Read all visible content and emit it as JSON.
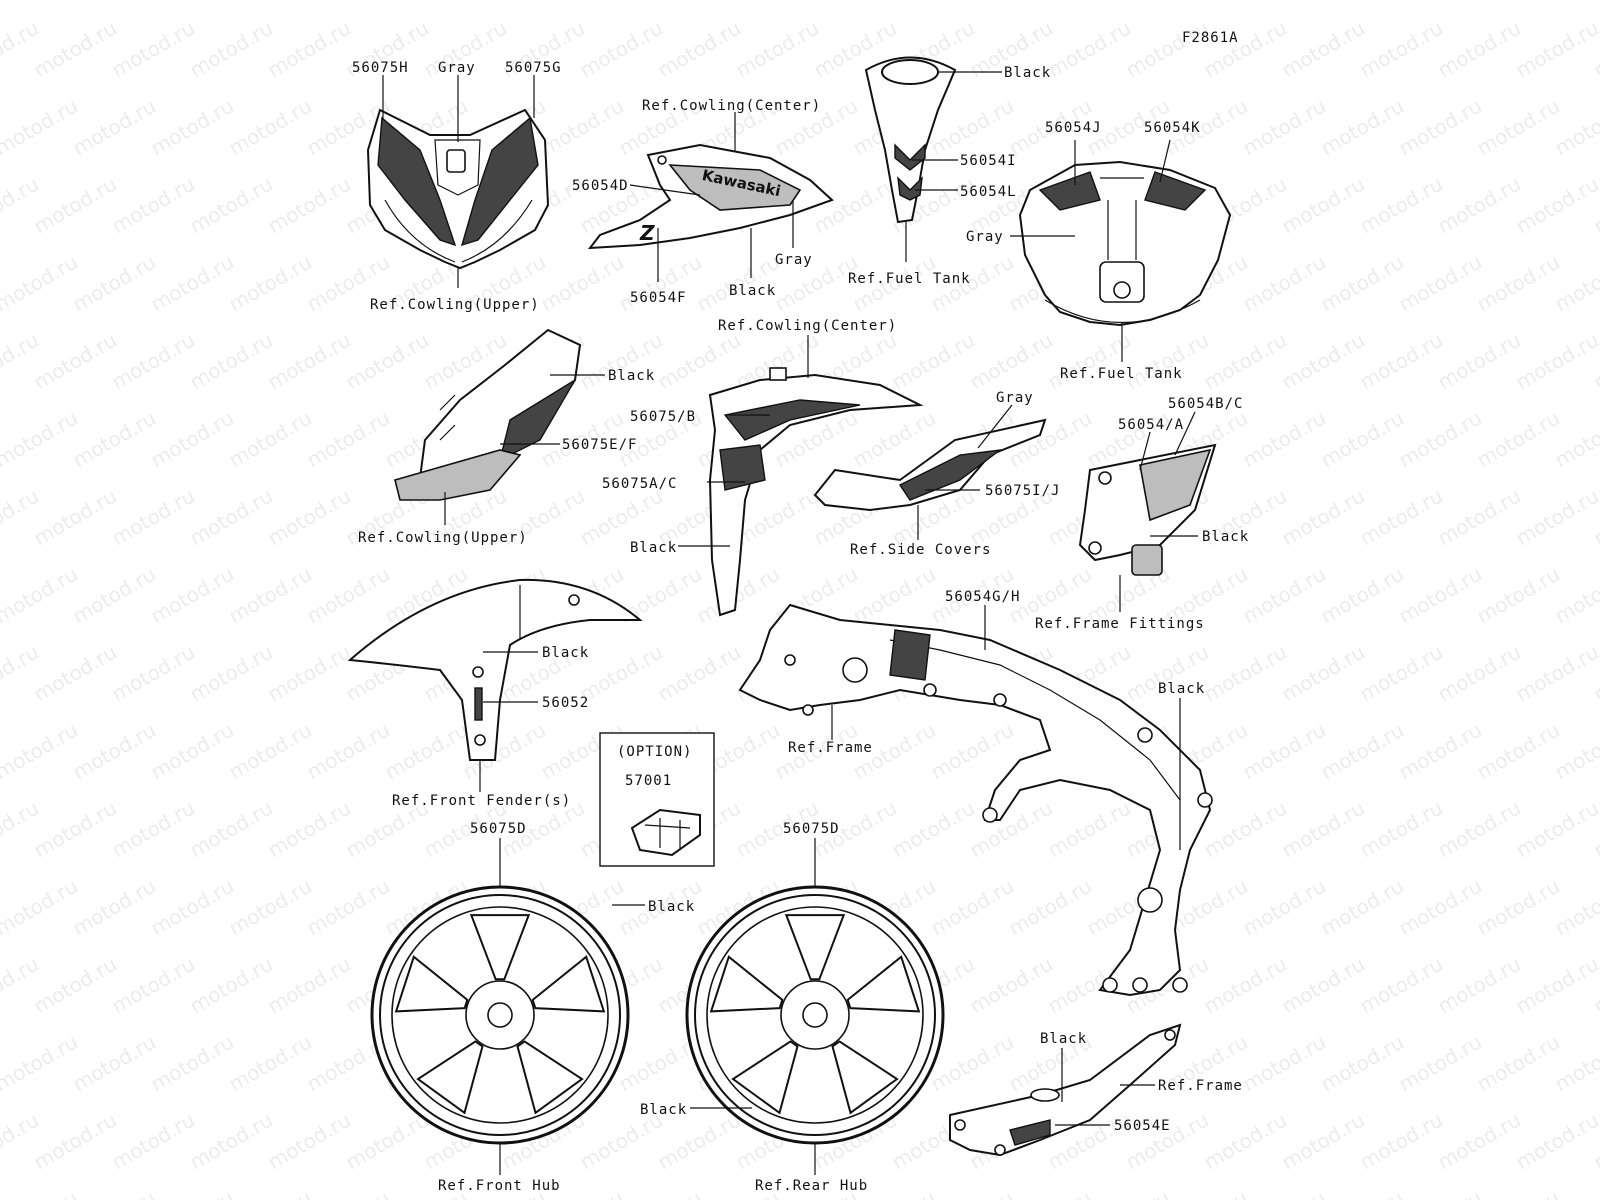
{
  "figure_code": "F2861A",
  "watermark": "motod.ru",
  "labels": {
    "l01": "56075H",
    "l02": "Gray",
    "l03": "56075G",
    "l04": "Ref.Cowling(Upper)",
    "l05": "Ref.Cowling(Center)",
    "l06": "56054D",
    "l07": "Gray",
    "l08": "Black",
    "l09": "56054F",
    "l10": "Black",
    "l11": "56054I",
    "l12": "56054L",
    "l13": "Ref.Fuel Tank",
    "l14": "56054J",
    "l15": "56054K",
    "l16": "Gray",
    "l17": "Ref.Fuel Tank",
    "l18": "Black",
    "l19": "56075E/F",
    "l20": "Ref.Cowling(Upper)",
    "l21": "Ref.Cowling(Center)",
    "l22": "56075/B",
    "l23": "56075A/C",
    "l24": "Black",
    "l25": "Gray",
    "l26": "56075I/J",
    "l27": "Ref.Side Covers",
    "l28": "56054B/C",
    "l29": "56054/A",
    "l30": "Black",
    "l31": "Ref.Frame Fittings",
    "l32": "Black",
    "l33": "56052",
    "l34": "Ref.Front Fender(s)",
    "l35": "56054G/H",
    "l36": "Black",
    "l37": "Ref.Frame",
    "l38": "(OPTION)",
    "l39": "57001",
    "l40": "56075D",
    "l41": "56075D",
    "l42": "Black",
    "l43": "Black",
    "l44": "Ref.Front Hub",
    "l45": "Ref.Rear Hub",
    "l46": "Black",
    "l47": "Ref.Frame",
    "l48": "56054E"
  },
  "decal_text": {
    "brand": "Kawasaki",
    "model": "Z"
  }
}
